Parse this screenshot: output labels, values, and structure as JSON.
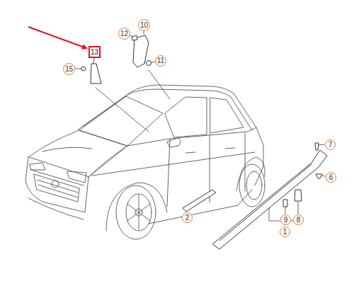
{
  "diagram": {
    "labels": [
      "12",
      "10",
      "13",
      "15",
      "11",
      "7",
      "6",
      "2",
      "9",
      "8",
      "1"
    ]
  }
}
